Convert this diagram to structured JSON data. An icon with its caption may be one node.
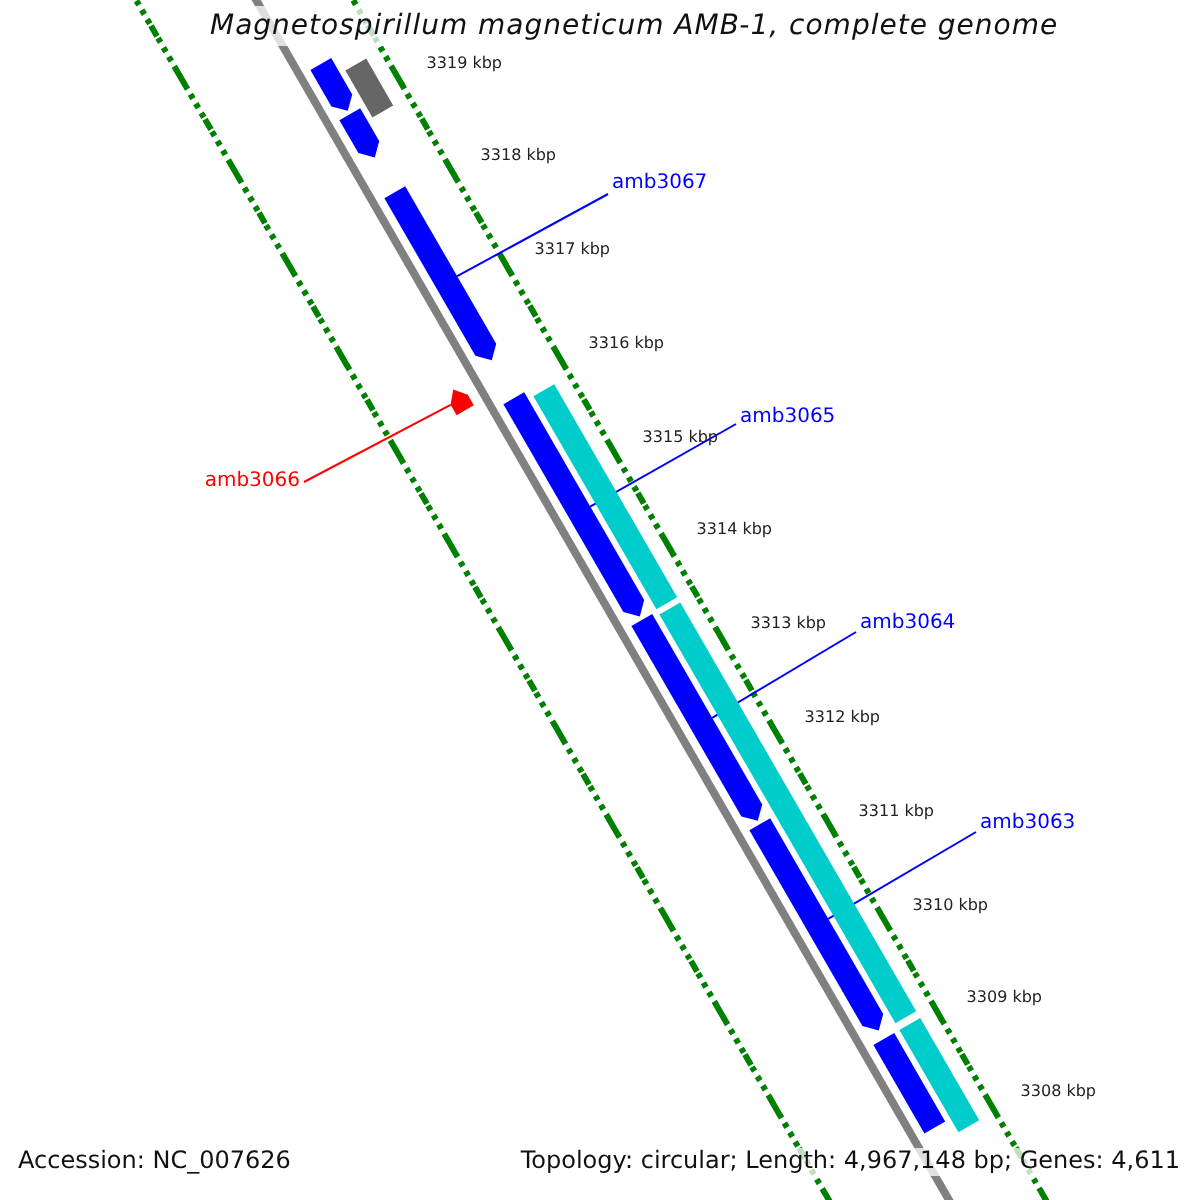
{
  "diagram": {
    "title": "Magnetospirillum magneticum AMB-1, complete genome",
    "nodes": [
      {
        "text": [],
        "shape": "arrow"
      },
      {
        "text": [],
        "shape": "bar"
      },
      {
        "text": [],
        "shape": "arrow"
      },
      {
        "text": [
          "amb3067"
        ]
      },
      {
        "text": [],
        "shape": "arrow"
      },
      {
        "text": [
          "amb3066"
        ]
      },
      {
        "text": [],
        "shape": "arrow"
      },
      {
        "text": [],
        "shape": "bar"
      },
      {
        "text": [],
        "shape": "arrow"
      },
      {
        "text": [
          "amb3065"
        ]
      },
      {
        "text": [],
        "shape": "bar"
      },
      {
        "text": [],
        "shape": "arrow"
      },
      {
        "text": [
          "amb3064"
        ]
      },
      {
        "text": [],
        "shape": "arrow"
      },
      {
        "text": [
          "amb3063"
        ]
      },
      {
        "text": [],
        "shape": "bar"
      },
      {
        "text": [],
        "shape": "arrow"
      }
    ],
    "edges": [
      {
        "from": 3,
        "to": 4,
        "arrow": "none"
      },
      {
        "from": 5,
        "to": 6,
        "arrow": "none",
        "color": "#ff0000"
      },
      {
        "from": 9,
        "to": 8,
        "arrow": "none"
      },
      {
        "from": 12,
        "to": 11,
        "arrow": "none"
      },
      {
        "from": 14,
        "to": 13,
        "arrow": "none"
      }
    ],
    "labels": [
      "3319 kbp",
      "3318 kbp",
      "3317 kbp",
      "3316 kbp",
      "3315 kbp",
      "3314 kbp",
      "3313 kbp",
      "3312 kbp",
      "3311 kbp",
      "3310 kbp",
      "3309 kbp",
      "3308 kbp",
      "Accession: NC_007626",
      "Topology: circular; Length: 4,967,148 bp; Genes: 4,611"
    ]
  }
}
